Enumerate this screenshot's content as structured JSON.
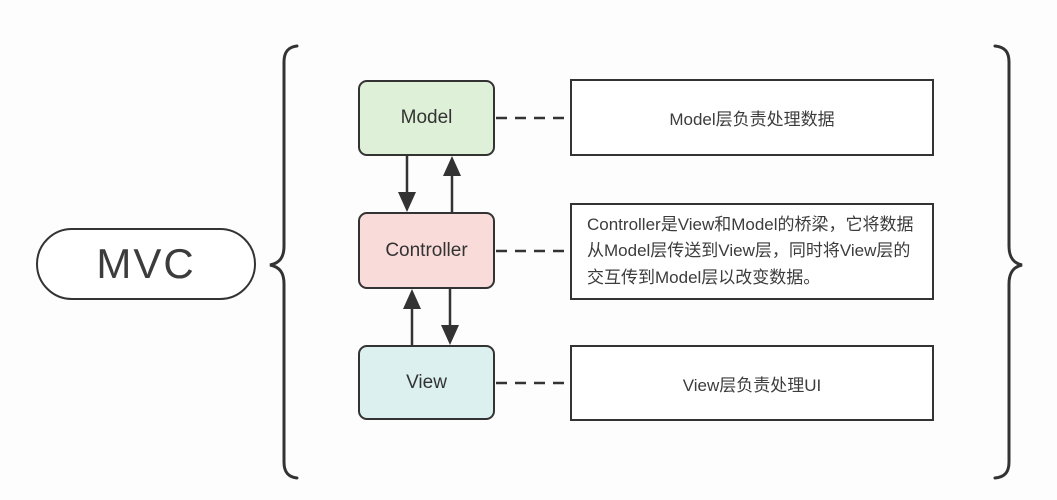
{
  "diagram": {
    "title": "MVC",
    "nodes": [
      {
        "id": "model",
        "label": "Model"
      },
      {
        "id": "controller",
        "label": "Controller"
      },
      {
        "id": "view",
        "label": "View"
      }
    ],
    "descriptions": [
      {
        "for": "model",
        "text": "Model层负责处理数据"
      },
      {
        "for": "controller",
        "text": "Controller是View和Model的桥梁，它将数据从Model层传送到View层，同时将View层的交互传到Model层以改变数据。"
      },
      {
        "for": "view",
        "text": "View层负责处理UI"
      }
    ],
    "edges": [
      {
        "from": "Model",
        "to": "Controller",
        "style": "arrow-down"
      },
      {
        "from": "Controller",
        "to": "Model",
        "style": "arrow-up"
      },
      {
        "from": "View",
        "to": "Controller",
        "style": "arrow-up"
      },
      {
        "from": "Controller",
        "to": "View",
        "style": "arrow-down"
      },
      {
        "from": "Model",
        "to": "Model层负责处理数据 box",
        "style": "dashed"
      },
      {
        "from": "Controller",
        "to": "Controller description box",
        "style": "dashed"
      },
      {
        "from": "View",
        "to": "View层负责处理UI box",
        "style": "dashed"
      }
    ]
  },
  "colors": {
    "model-fill": "#def0d8",
    "controller-fill": "#f9dcda",
    "view-fill": "#dbf0ef",
    "stroke": "#333333",
    "text": "#3c3c3c",
    "background": "#fdfdfd"
  }
}
